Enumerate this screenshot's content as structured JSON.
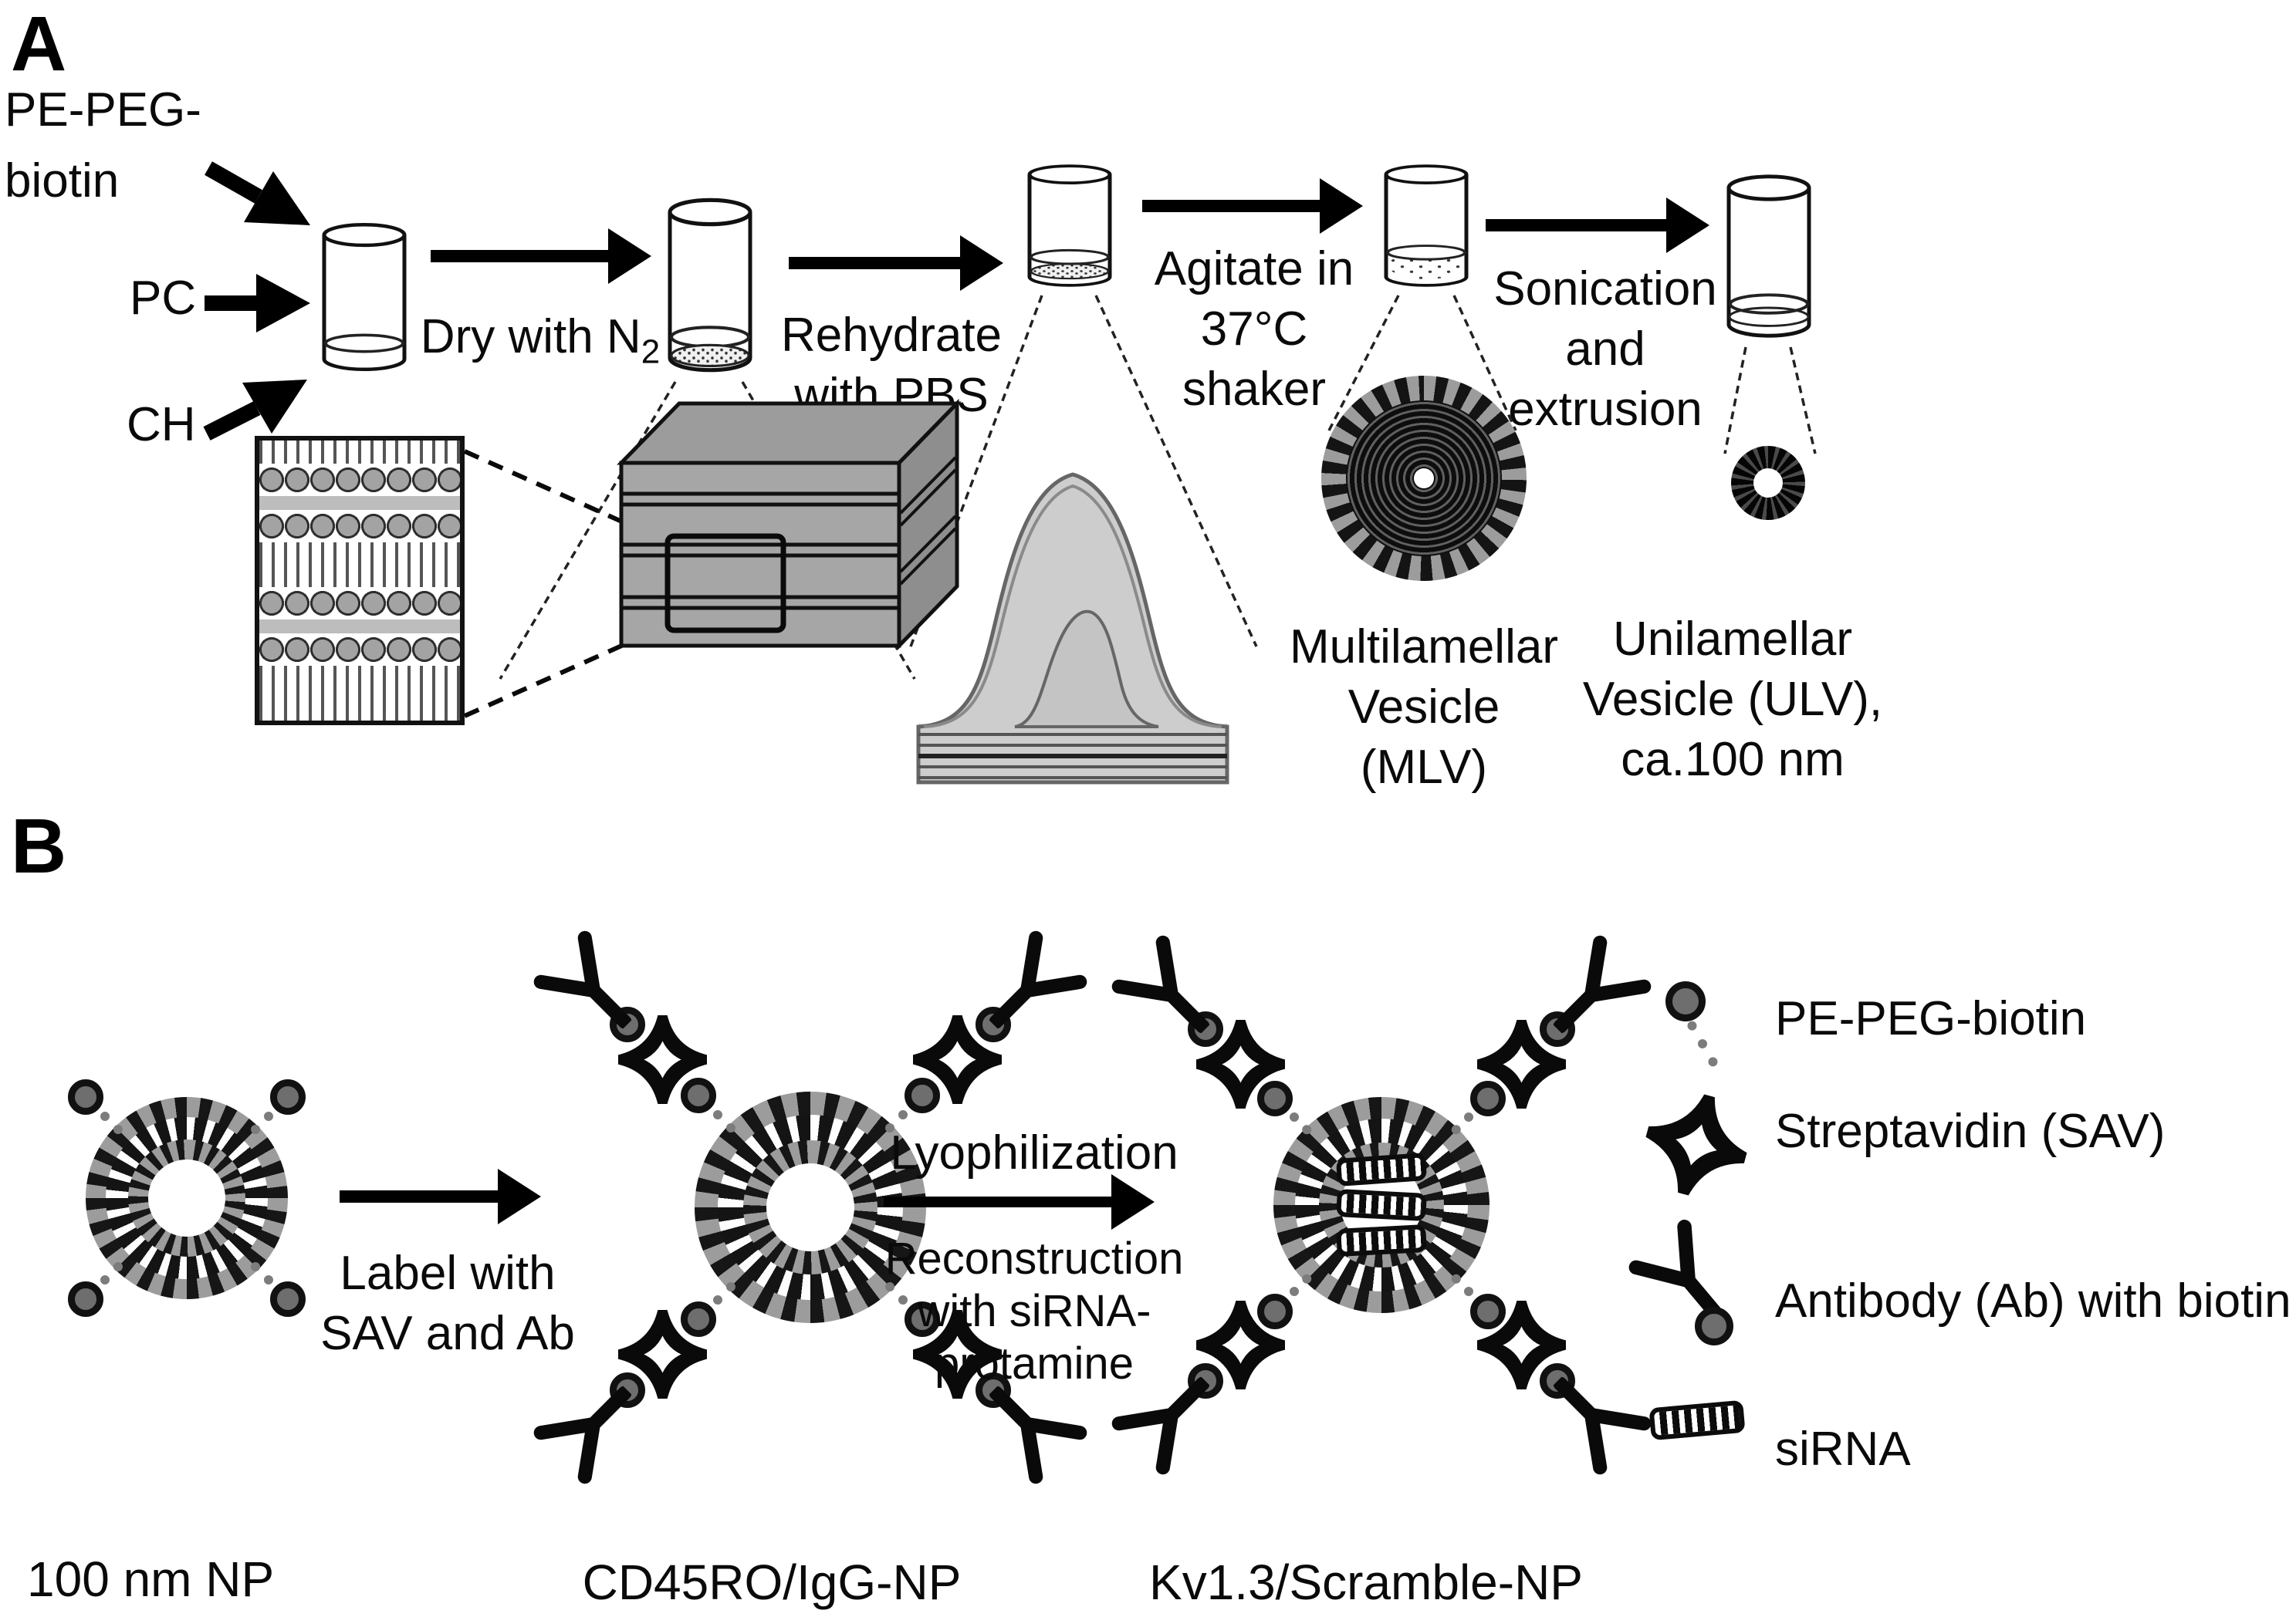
{
  "panel_a": {
    "label": "A",
    "ingredients": {
      "pe_peg_line1": "PE-PEG-",
      "pe_peg_line2": "biotin",
      "pc": "PC",
      "ch": "CH"
    },
    "steps": {
      "dry": {
        "text": "Dry with N",
        "subscript": "2"
      },
      "rehydrate": {
        "line1": "Rehydrate",
        "line2": "with PBS"
      },
      "agitate": {
        "line1": "Agitate in",
        "line2": "37°C",
        "line3": "shaker"
      },
      "sonication": {
        "line1": "Sonication",
        "line2": "and",
        "line3": "extrusion"
      }
    },
    "mlv": {
      "line1": "Multilamellar",
      "line2": "Vesicle",
      "line3": "(MLV)"
    },
    "ulv": {
      "line1": "Unilamellar",
      "line2": "Vesicle (ULV),",
      "line3": "ca.100 nm"
    }
  },
  "panel_b": {
    "label": "B",
    "step1": {
      "line1": "Label with",
      "line2": "SAV and Ab"
    },
    "step2": {
      "top": "Lyophilization",
      "line1": "Reconstruction",
      "line2": "with siRNA-",
      "line3": "protamine"
    },
    "np1_label": "100 nm NP",
    "np2_label": "CD45RO/IgG-NP",
    "np3_label": "Kv1.3/Scramble-NP",
    "legend": {
      "pe_peg_biotin": "PE-PEG-biotin",
      "streptavidin": "Streptavidin (SAV)",
      "antibody": "Antibody (Ab) with biotin",
      "sirna": "siRNA"
    }
  },
  "colors": {
    "ink": "#0a0a0a",
    "lipid_head_gray": "#9c9c9c",
    "peg_gray": "#7c7c7c",
    "background": "#ffffff"
  }
}
